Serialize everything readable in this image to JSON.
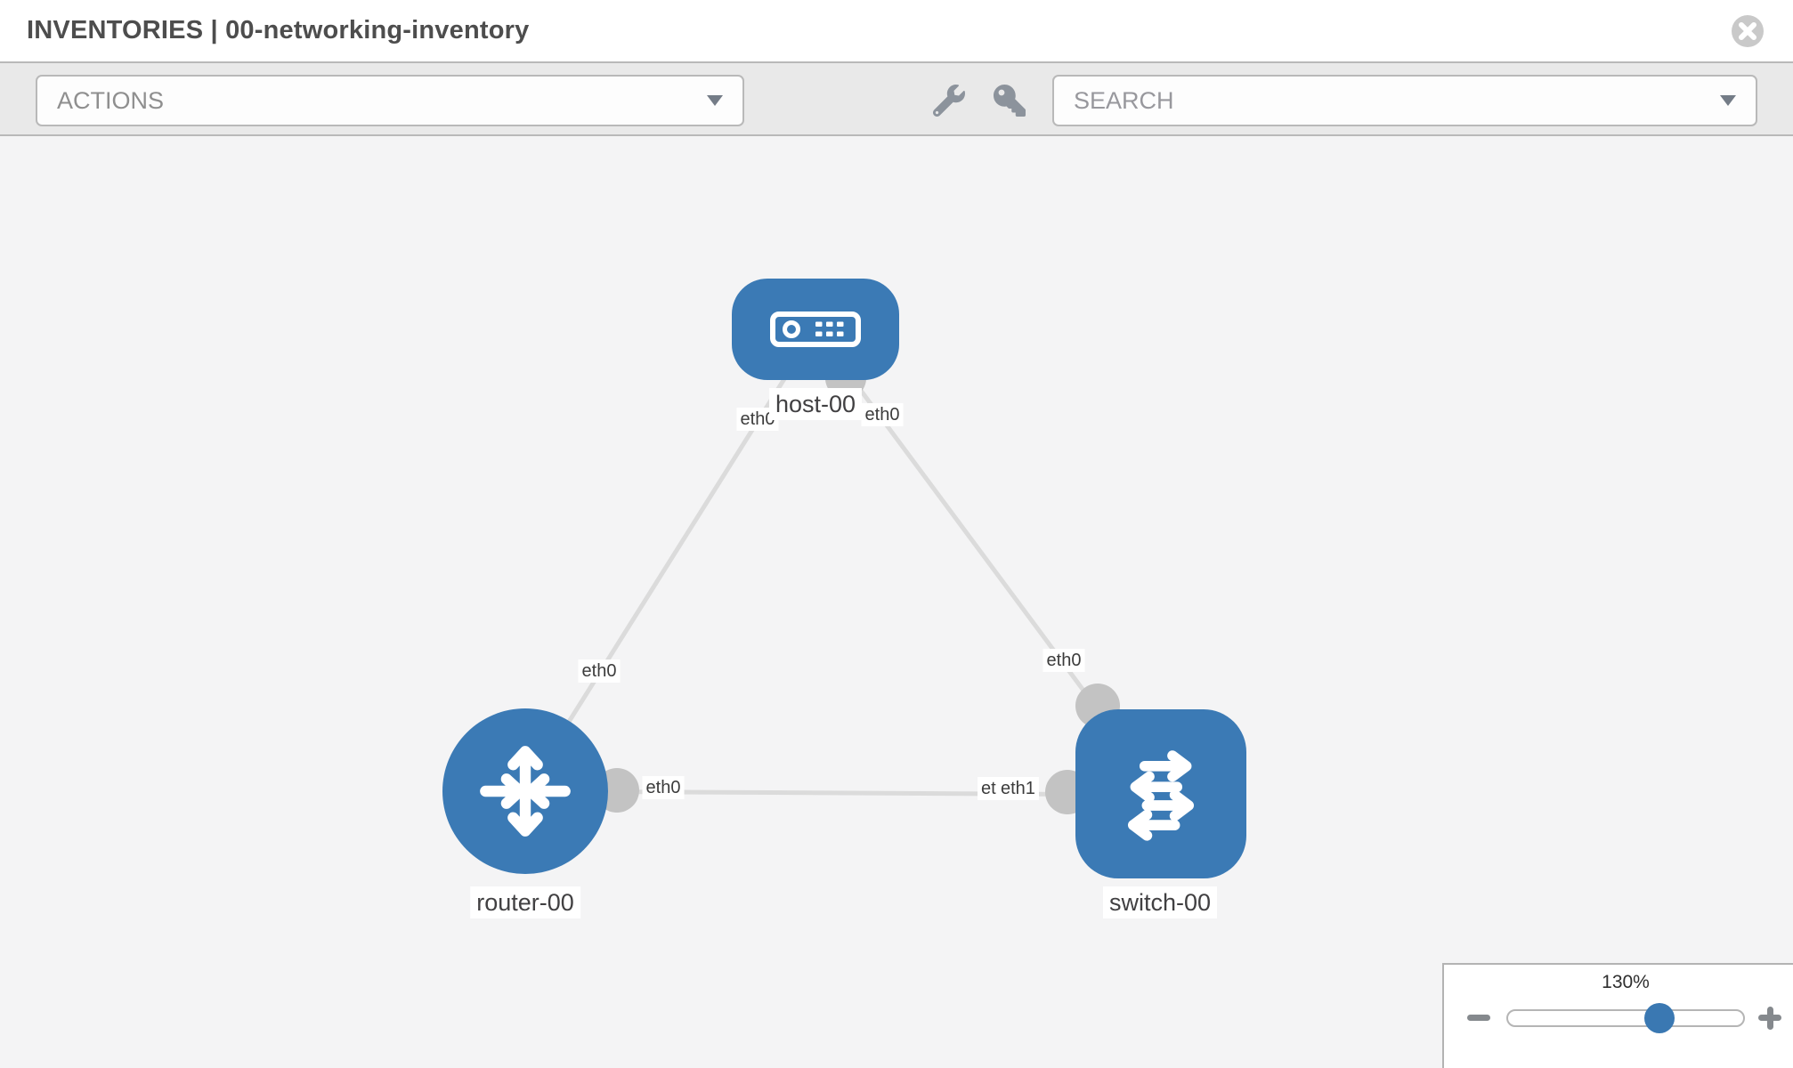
{
  "header": {
    "title": "INVENTORIES | 00-networking-inventory",
    "close_icon": "circle-x-icon"
  },
  "toolbar": {
    "actions_dropdown": {
      "value": "ACTIONS"
    },
    "wrench_icon": "wrench-icon",
    "key_icon": "key-icon",
    "search_dropdown": {
      "placeholder": "SEARCH"
    }
  },
  "topology": {
    "nodes": [
      {
        "name": "host-00",
        "type": "host",
        "icon": "server-icon"
      },
      {
        "name": "router-00",
        "type": "router",
        "icon": "router-arrows-icon"
      },
      {
        "name": "switch-00",
        "type": "switch",
        "icon": "switch-arrows-icon"
      }
    ],
    "links": [
      {
        "from": "host-00",
        "to": "router-00",
        "from_interface": "eth0",
        "to_interface": "eth0"
      },
      {
        "from": "host-00",
        "to": "switch-00",
        "from_interface": "eth0",
        "to_interface": "eth0"
      },
      {
        "from": "router-00",
        "to": "switch-00",
        "from_interface": "eth0",
        "to_interface": "eth1"
      }
    ],
    "interface_labels": [
      {
        "text": "eth0",
        "location": "host-left"
      },
      {
        "text": "eth0",
        "location": "host-right"
      },
      {
        "text": "eth0",
        "location": "router-to-host-link"
      },
      {
        "text": "eth0",
        "location": "router-right-stub"
      },
      {
        "text": "eth0",
        "location": "switch-top-stub"
      },
      {
        "text": "eth0",
        "location": "switch-left-under"
      },
      {
        "text": "eth1",
        "location": "switch-left-stub"
      }
    ]
  },
  "zoom_control": {
    "level": "130%"
  },
  "colors": {
    "node_blue": "#3B7AB5",
    "link_gray": "#DBDBDB",
    "stub_gray": "#C3C3C3",
    "canvas_bg": "#F4F4F5",
    "toolbar_bg": "#E9E9E9",
    "slider_handle": "#3A78B2"
  }
}
